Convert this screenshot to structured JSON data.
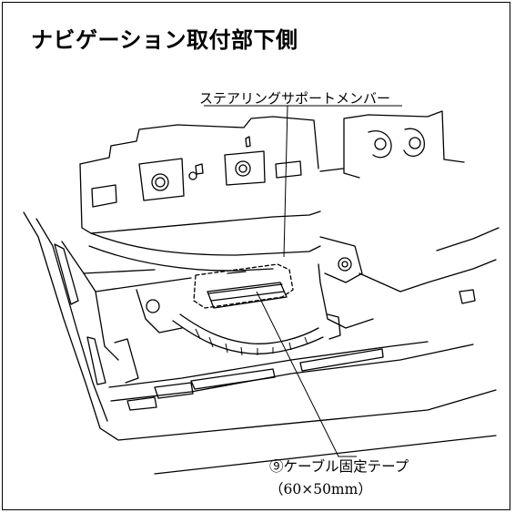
{
  "title": "ナビゲーション取付部下側",
  "labels": {
    "steering_member": "ステアリングサポートメンバー",
    "tape_name": "⑨ケーブル固定テープ",
    "tape_size": "（60×50mm）"
  }
}
